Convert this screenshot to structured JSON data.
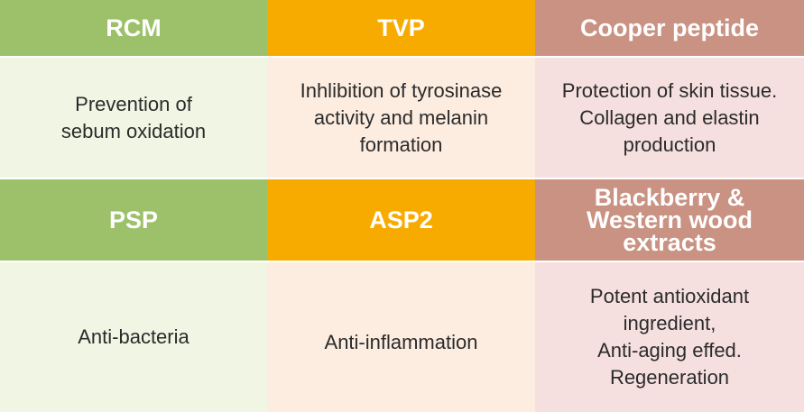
{
  "colors": {
    "green": "#9dc16a",
    "orange": "#f7ab00",
    "rose": "#c99282",
    "green_light": "#f1f5e4",
    "orange_light": "#fdede0",
    "rose_light": "#f6e0df"
  },
  "rows": [
    {
      "cells": [
        {
          "title": "RCM",
          "desc": "Prevention of\nsebum oxidation"
        },
        {
          "title": "TVP",
          "desc": "Inhlibition of tyrosinase\nactivity and melanin\nformation"
        },
        {
          "title": "Cooper peptide",
          "desc": "Protection of skin tissue.\nCollagen and elastin\nproduction"
        }
      ]
    },
    {
      "cells": [
        {
          "title": "PSP",
          "desc": "Anti-bacteria"
        },
        {
          "title": "ASP2",
          "desc": "Anti-inflammation"
        },
        {
          "title": "Blackberry &\nWestern wood\nextracts",
          "desc": "Potent antioxidant\ningredient,\nAnti-aging effed.\nRegeneration"
        }
      ]
    }
  ]
}
